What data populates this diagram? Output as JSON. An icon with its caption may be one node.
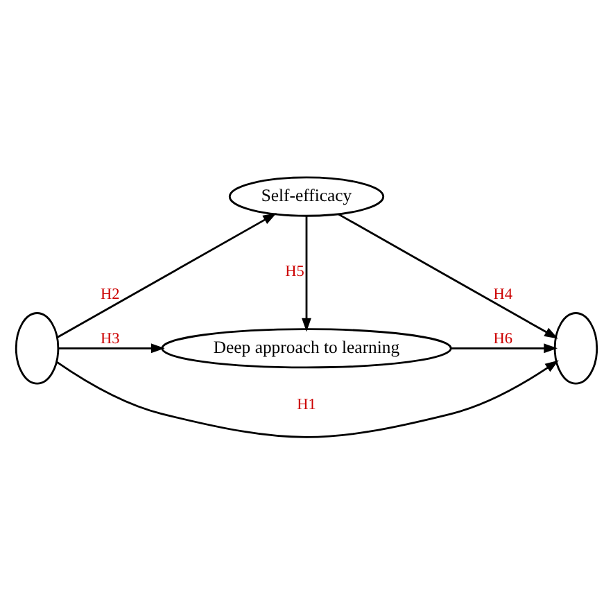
{
  "diagram": {
    "nodes": [
      {
        "text": [],
        "shape": "ellipse"
      },
      {
        "text": [
          "Self-efficacy"
        ]
      },
      {
        "text": [
          "Deep approach to learning"
        ]
      },
      {
        "text": [],
        "shape": "ellipse"
      }
    ],
    "edges": [
      {
        "from": 0,
        "to": 1,
        "arrow": "to",
        "label": "H2"
      },
      {
        "from": 0,
        "to": 3,
        "arrow": "to",
        "label": "H1"
      },
      {
        "from": 0,
        "to": 2,
        "arrow": "to",
        "label": "H3"
      },
      {
        "from": 1,
        "to": 3,
        "arrow": "to",
        "label": "H4"
      },
      {
        "from": 1,
        "to": 2,
        "arrow": "to",
        "label": "H5"
      },
      {
        "from": 2,
        "to": 3,
        "arrow": "to",
        "label": "H6"
      }
    ]
  }
}
